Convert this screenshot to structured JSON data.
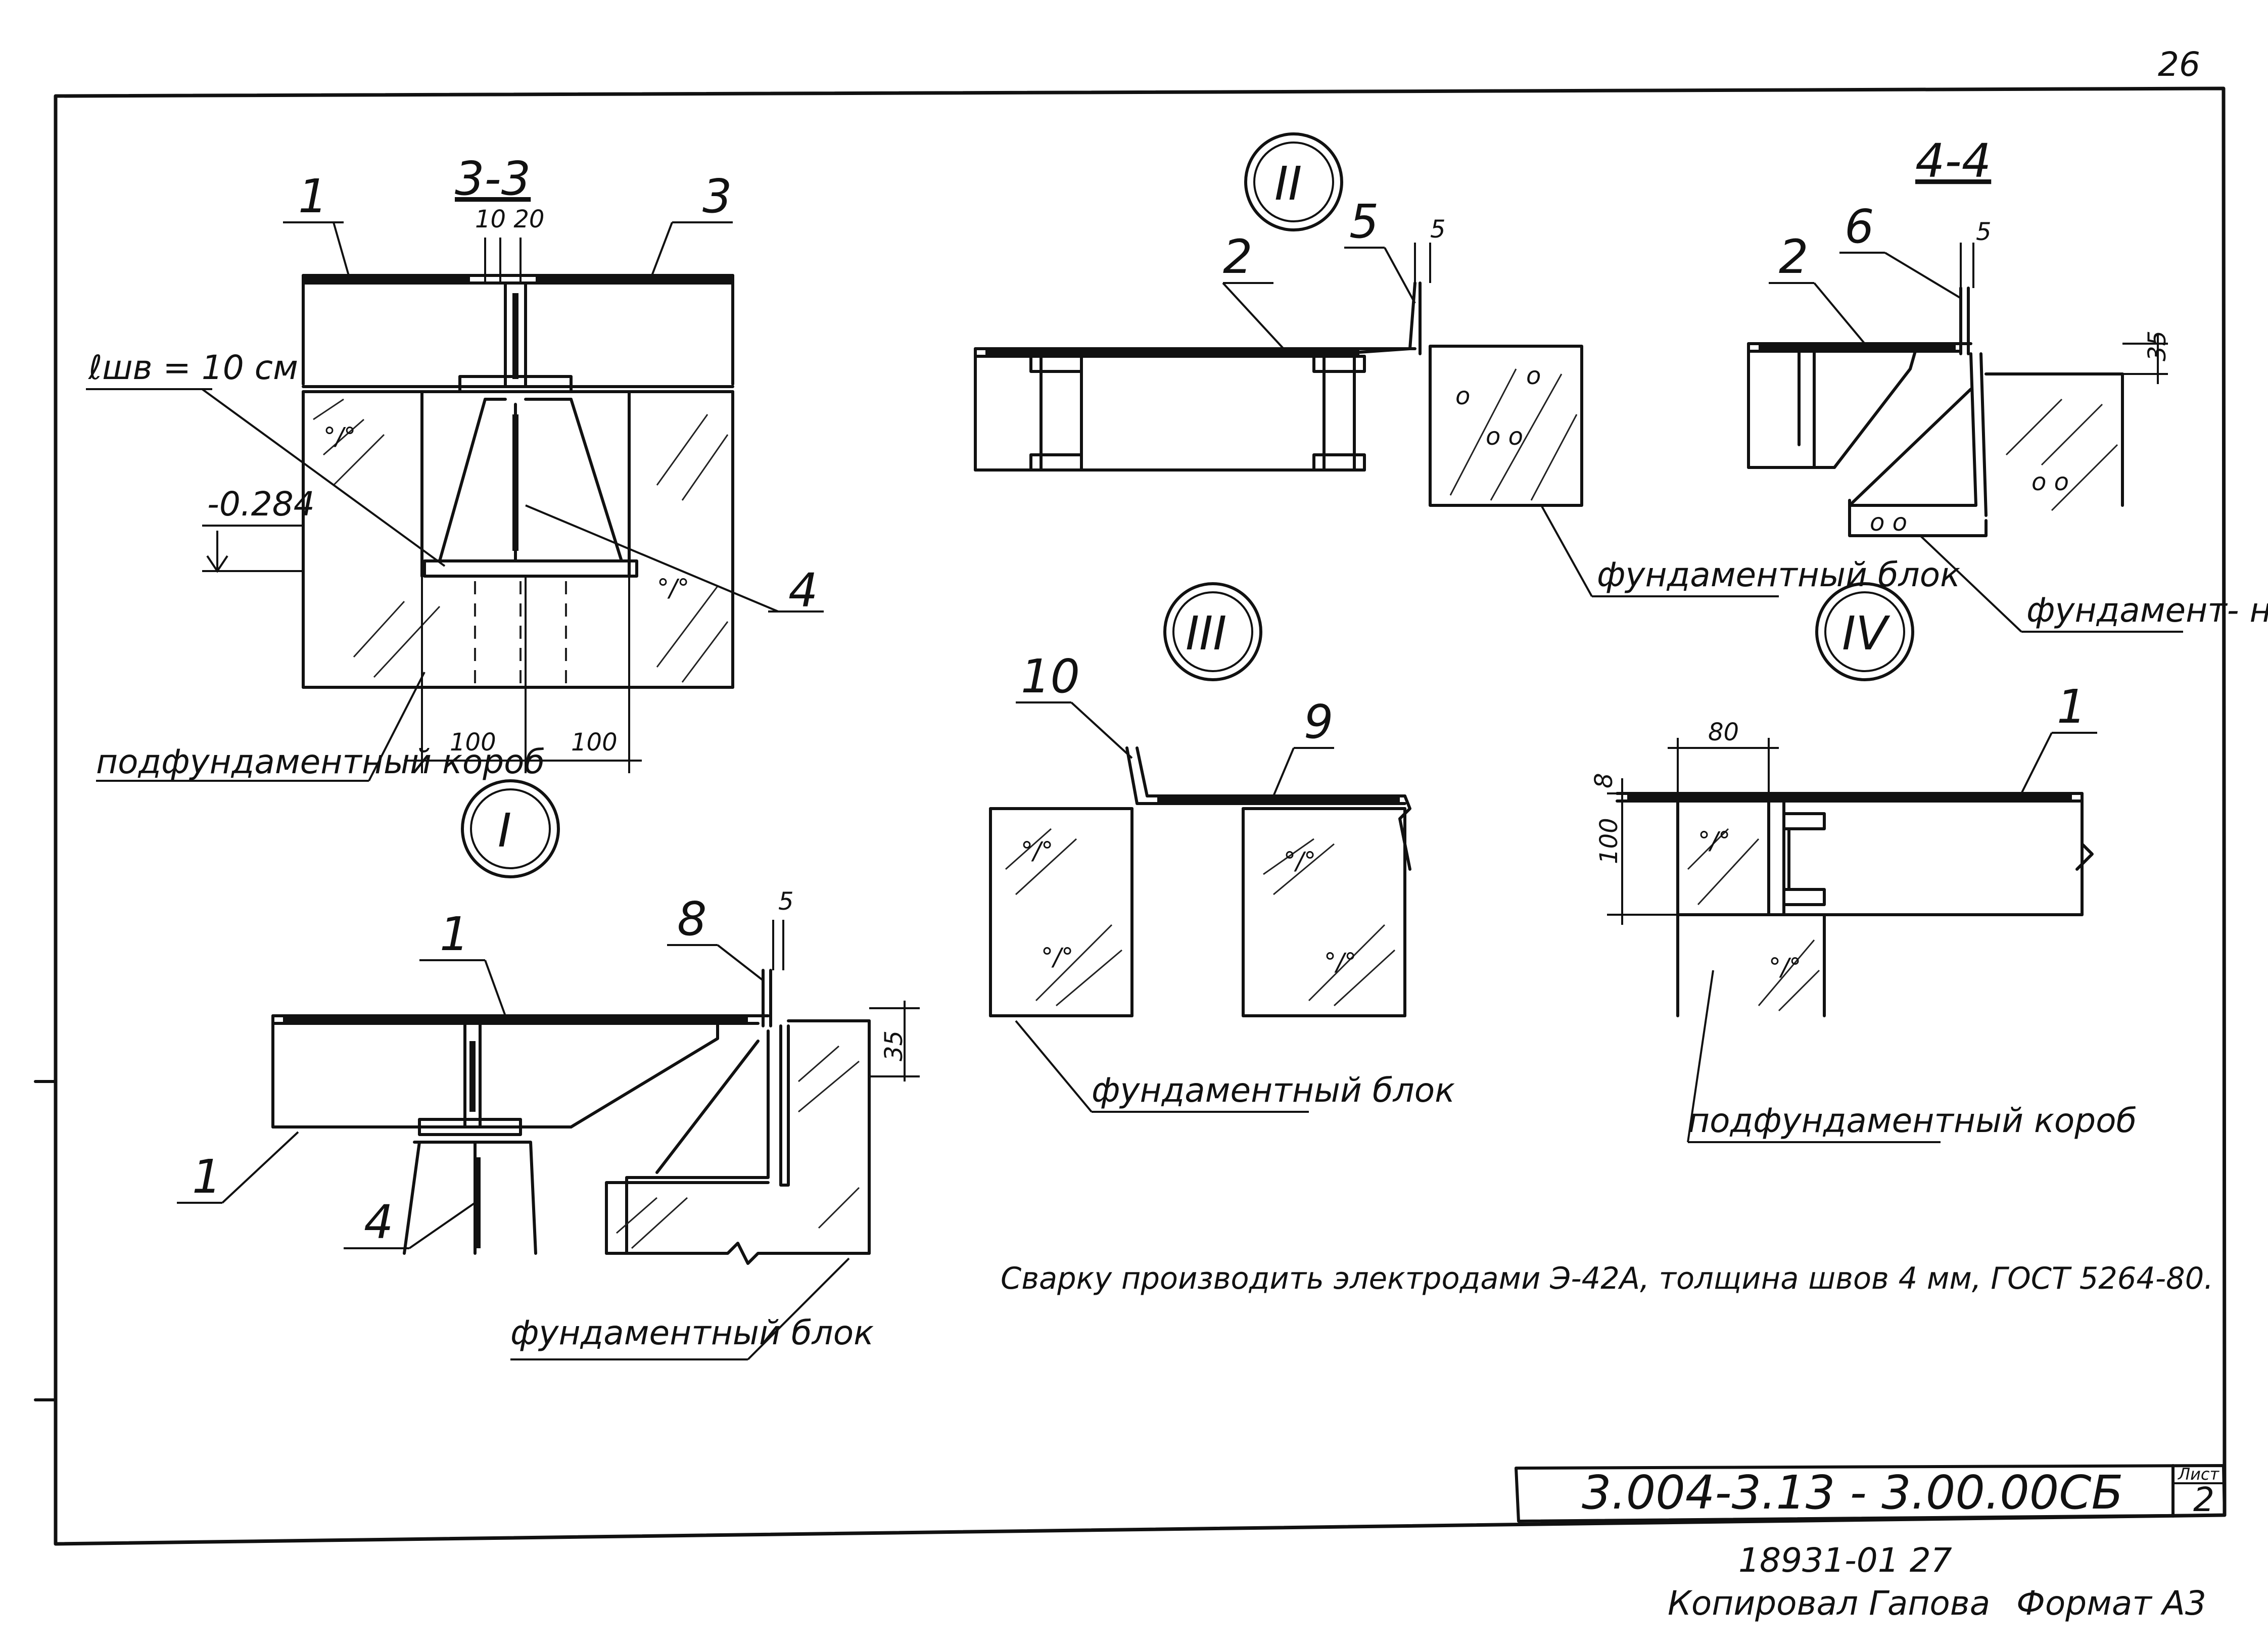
{
  "sheet_number_top": "26",
  "sections": {
    "s33": {
      "title": "3-3",
      "dim_top": "10  20",
      "weld_label": "ℓшв = 10 см",
      "level": "-0.284",
      "dim_left": "100",
      "dim_right": "100",
      "callout_box": "подфундаментный короб",
      "pos": [
        "1",
        "3",
        "4"
      ]
    },
    "s44": {
      "title": "4-4",
      "dim": "5",
      "dim_side": "35",
      "callout": "фундамент- ный блок",
      "pos": [
        "2",
        "6"
      ]
    }
  },
  "nodes": {
    "n1": {
      "label": "I",
      "pos": [
        "1",
        "8",
        "5",
        "1",
        "4"
      ],
      "dim_side": "35",
      "callout": "фундаментный блок"
    },
    "n2": {
      "label": "II",
      "pos": [
        "2",
        "5"
      ],
      "dim": "5",
      "callout": "фундаментный блок"
    },
    "n3": {
      "label": "III",
      "pos": [
        "10",
        "9"
      ],
      "callout": "фундаментный блок"
    },
    "n4": {
      "label": "IV",
      "pos": [
        "1"
      ],
      "dim_top": "80",
      "dim_a": "8",
      "dim_b": "100",
      "callout": "подфундаментный короб"
    }
  },
  "note": "Сварку производить электродами Э-42А, толщина швов 4 мм, ГОСТ 5264-80.",
  "title_block": {
    "code": "3.004-3.13 - 3.00.00СБ",
    "sheet_label": "Лист",
    "sheet": "2"
  },
  "footer": {
    "inventory": "18931-01  27",
    "copied": "Копировал  Гапова",
    "format": "Формат А3"
  }
}
